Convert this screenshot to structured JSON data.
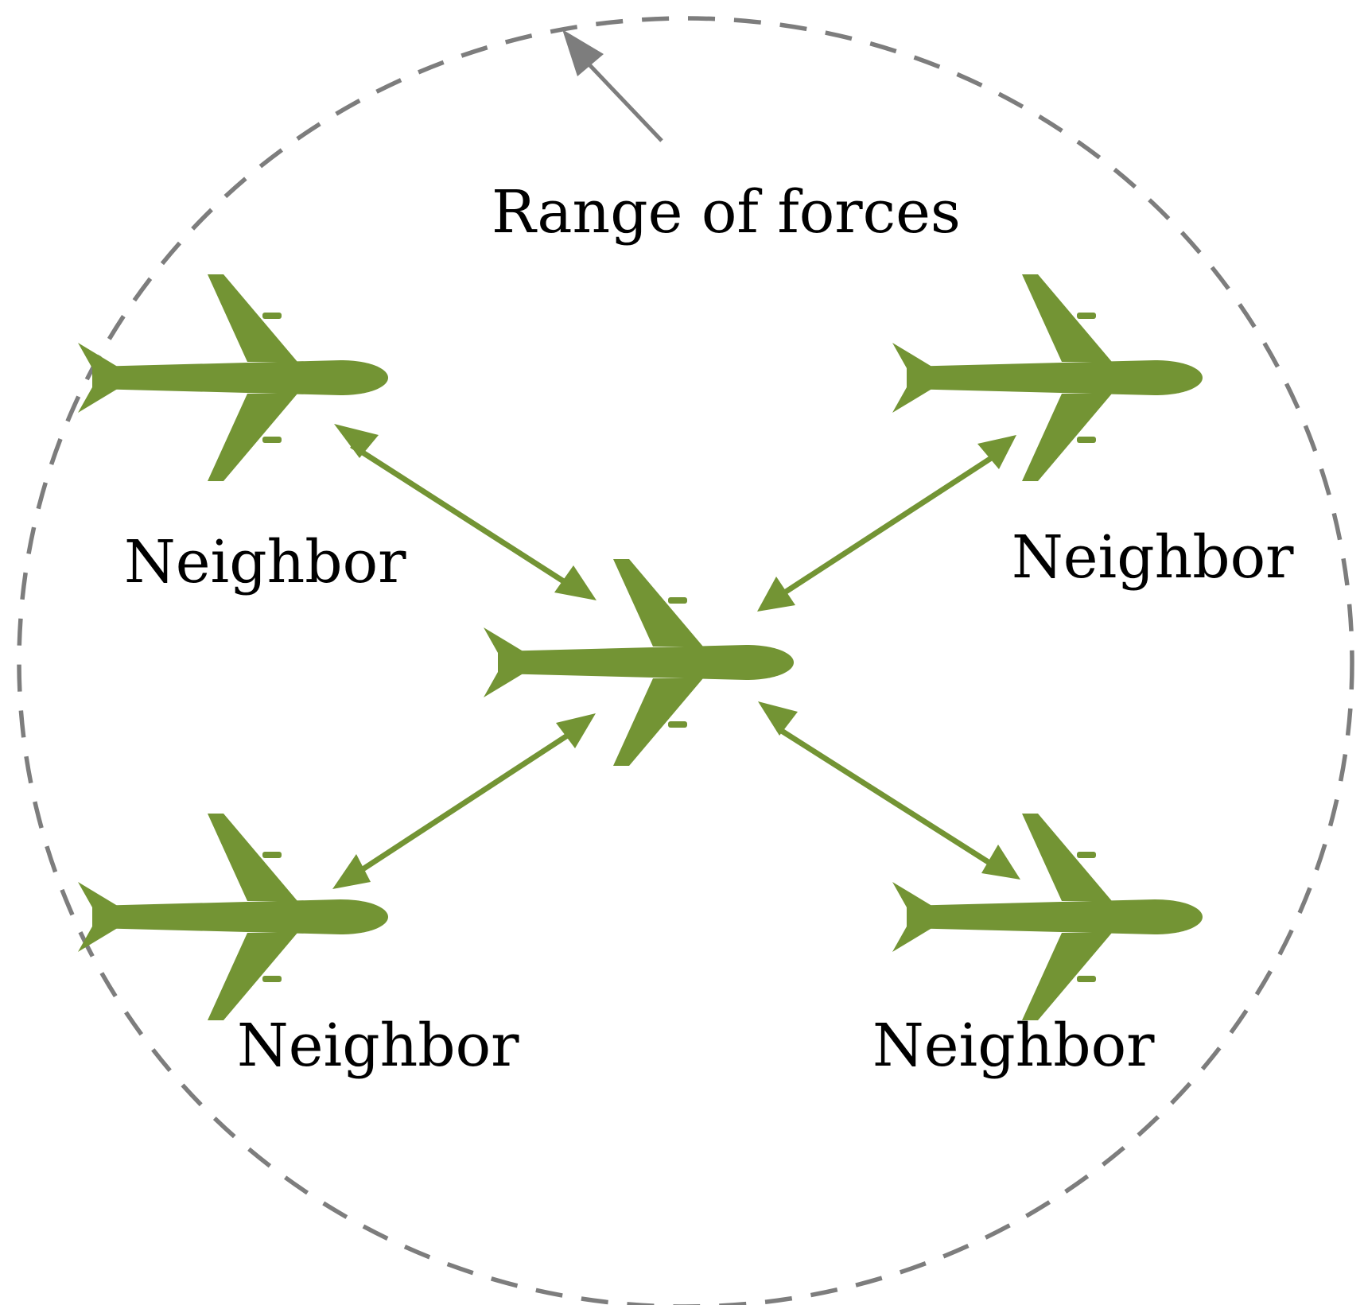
{
  "range_label": "Range of forces",
  "neighbor_labels": [
    "Neighbor",
    "Neighbor",
    "Neighbor",
    "Neighbor"
  ],
  "colors": {
    "aircraft": "#739434",
    "force_arrow": "#739434",
    "range_boundary": "#7d7d7d",
    "text": "#000000"
  },
  "icons": {
    "aircraft": "airplane-icon",
    "boundary": "dashed-range-circle"
  }
}
